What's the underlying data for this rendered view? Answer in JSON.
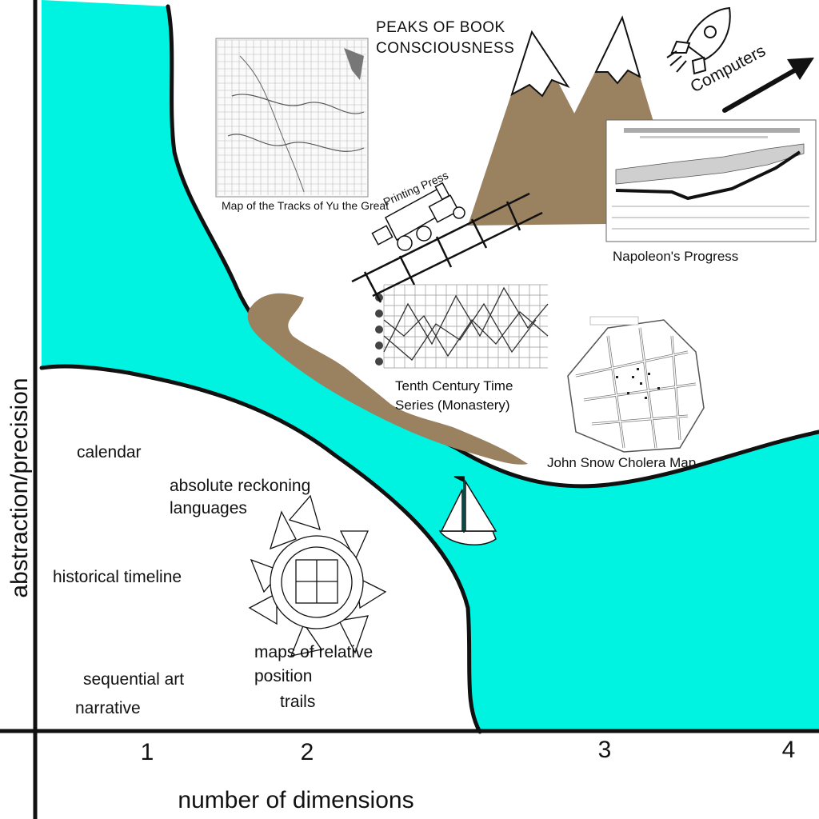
{
  "axes": {
    "x_title": "number of dimensions",
    "y_title": "abstraction/precision",
    "x_ticks": [
      "1",
      "2",
      "3",
      "4"
    ]
  },
  "labels": {
    "peaks": [
      "PEAKS OF BOOK",
      "CONSCIOUSNESS"
    ],
    "computers": "Computers",
    "printing_press": "Printing Press",
    "yu_map": "Map of the Tracks of Yu the Great",
    "napoleon": "Napoleon's Progress",
    "tenth_century": [
      "Tenth Century Time",
      "Series (Monastery)"
    ],
    "john_snow": "John Snow Cholera Map",
    "calendar": "calendar",
    "absolute_reckoning": [
      "absolute reckoning",
      "languages"
    ],
    "historical_timeline": "historical timeline",
    "maps_relative": [
      "maps of relative",
      "position"
    ],
    "trails": "trails",
    "sequential_art": "sequential art",
    "narrative": "narrative"
  },
  "colors": {
    "sea": "#00f2e0",
    "mountain": "#9a8160",
    "snow": "#ffffff",
    "ink": "#111111"
  }
}
